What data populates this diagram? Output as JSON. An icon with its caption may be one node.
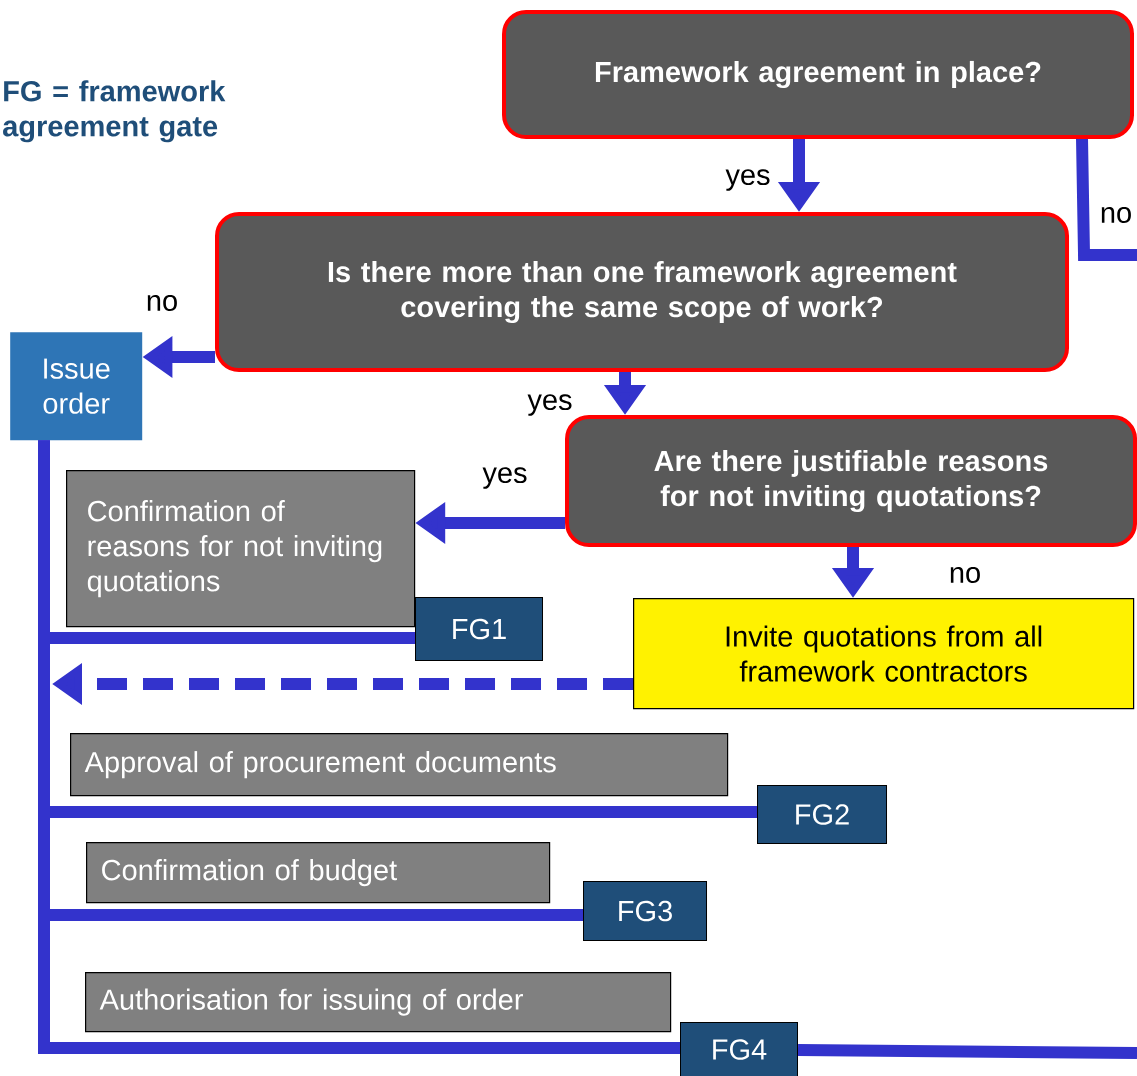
{
  "diagram": {
    "nodes": [
      {
        "text": [
          "Framework agreement in place?"
        ]
      },
      {
        "text": [
          "Is there more than one framework agreement covering the same scope of work?"
        ]
      },
      {
        "text": [
          "Issue order"
        ]
      },
      {
        "text": [
          "Are there justifiable reasons for not inviting quotations?"
        ]
      },
      {
        "text": [
          "Confirmation of reasons for not inviting quotations"
        ]
      },
      {
        "text": [
          "FG1"
        ]
      },
      {
        "text": [
          "Invite quotations from all framework contractors"
        ]
      },
      {
        "text": [
          "Approval of procurement documents"
        ]
      },
      {
        "text": [
          "FG2"
        ]
      },
      {
        "text": [
          "Confirmation of budget"
        ]
      },
      {
        "text": [
          "FG3"
        ]
      },
      {
        "text": [
          "Authorisation for issuing of order"
        ]
      },
      {
        "text": [
          "FG4"
        ]
      }
    ],
    "edges": [
      {
        "from": 0,
        "to": 1,
        "arrow": "to",
        "label": "yes"
      },
      {
        "from": 0,
        "to": null,
        "arrow": "none",
        "label": "no"
      },
      {
        "from": 1,
        "to": 2,
        "arrow": "to",
        "label": "no"
      },
      {
        "from": 1,
        "to": 3,
        "arrow": "to",
        "label": "yes"
      },
      {
        "from": 3,
        "to": 4,
        "arrow": "to",
        "label": "yes"
      },
      {
        "from": 3,
        "to": 6,
        "arrow": "to",
        "label": "no"
      },
      {
        "from": 6,
        "to": null,
        "arrow": "to",
        "style": "dashed"
      },
      {
        "from": 5,
        "to": 2,
        "arrow": "none"
      },
      {
        "from": 8,
        "to": 2,
        "arrow": "none"
      },
      {
        "from": 10,
        "to": 2,
        "arrow": "none"
      },
      {
        "from": 12,
        "to": 2,
        "arrow": "none"
      },
      {
        "from": 12,
        "to": null,
        "arrow": "none"
      }
    ],
    "labels": [
      "FG = framework agreement gate"
    ]
  }
}
